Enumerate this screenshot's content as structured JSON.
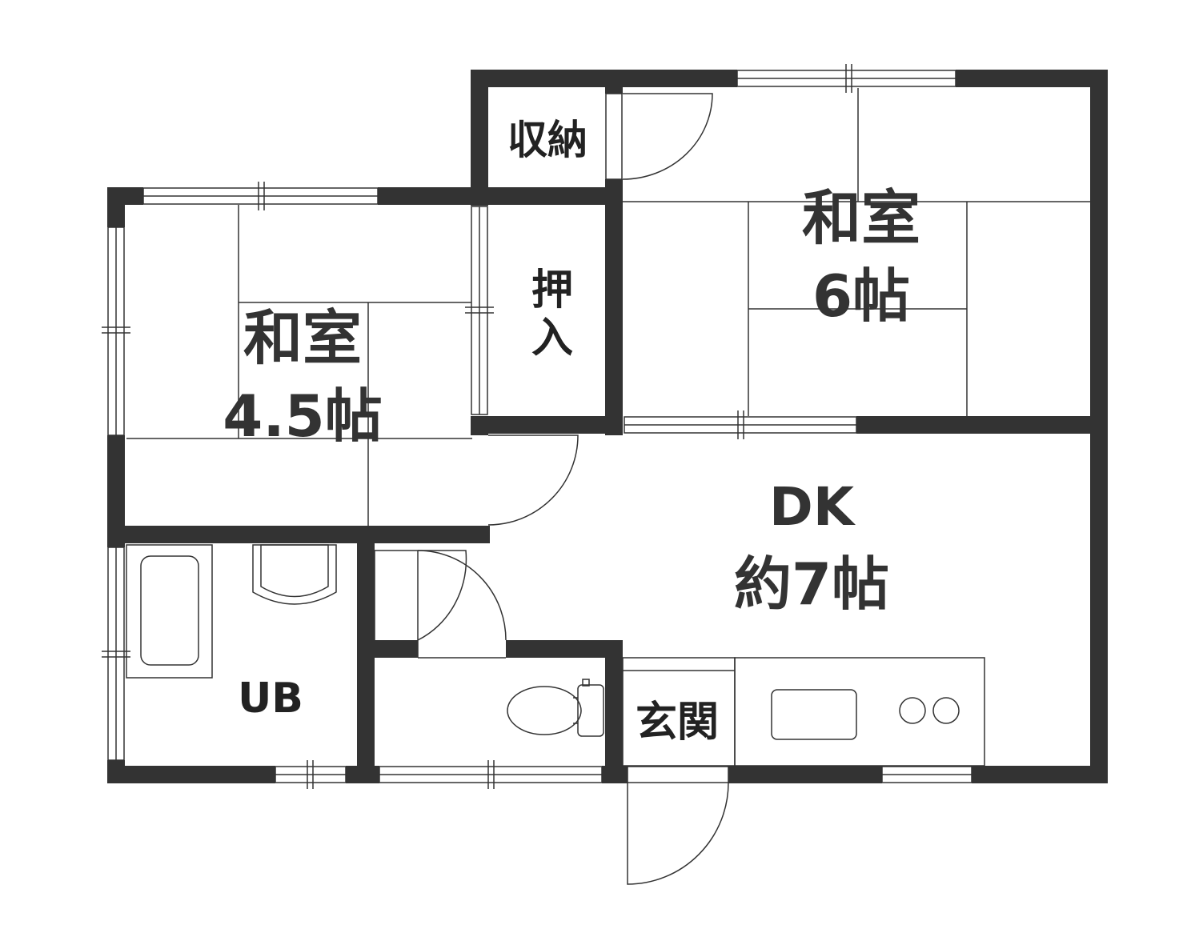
{
  "rooms": {
    "washitsu_45": {
      "name": "和室",
      "size": "4.5帖"
    },
    "washitsu_6": {
      "name": "和室",
      "size": "6帖"
    },
    "dk": {
      "name": "DK",
      "size": "約7帖"
    },
    "shuno": {
      "name": "収納"
    },
    "oshiire": {
      "line1": "押",
      "line2": "入"
    },
    "ub": {
      "name": "UB"
    },
    "genkan": {
      "name": "玄関"
    }
  },
  "colors": {
    "wall": "#333333",
    "background": "#ffffff"
  }
}
